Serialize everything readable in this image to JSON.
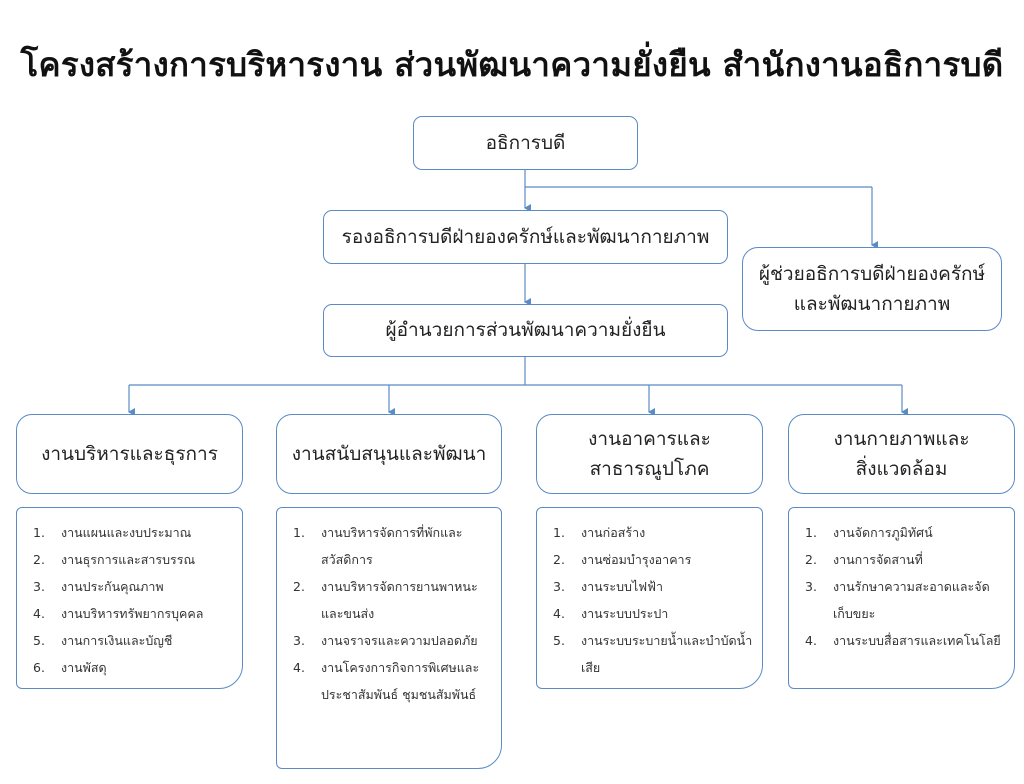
{
  "title": "โครงสร้างการบริหารงาน ส่วนพัฒนาความยั่งยืน สำนักงานอธิการบดี",
  "boxes": {
    "president": "อธิการบดี",
    "vice_president": "รองอธิการบดีฝ่ายองครักษ์และพัฒนากายภาพ",
    "assistant_line1": "ผู้ช่วยอธิการบดีฝ่ายองครักษ์",
    "assistant_line2": "และพัฒนากายภาพ",
    "director": "ผู้อำนวยการส่วนพัฒนาความยั่งยืน"
  },
  "departments": [
    {
      "line1": "งานบริหารและธุรการ",
      "line2": "",
      "items": [
        {
          "num": "1.",
          "text": "งานแผนและงบประมาณ"
        },
        {
          "num": "2.",
          "text": "งานธุรการและสารบรรณ"
        },
        {
          "num": "3.",
          "text": "งานประกันคุณภาพ"
        },
        {
          "num": "4.",
          "text": "งานบริหารทรัพยากรบุคคล"
        },
        {
          "num": "5.",
          "text": "งานการเงินและบัญชี"
        },
        {
          "num": "6.",
          "text": "งานพัสดุ"
        }
      ]
    },
    {
      "line1": "งานสนับสนุนและพัฒนา",
      "line2": "",
      "items": [
        {
          "num": "1.",
          "text": "งานบริหารจัดการที่พักและสวัสดิการ"
        },
        {
          "num": "2.",
          "text": "งานบริหารจัดการยานพาหนะและขนส่ง"
        },
        {
          "num": "3.",
          "text": "งานจราจรและความปลอดภัย"
        },
        {
          "num": "4.",
          "text": "งานโครงการกิจการพิเศษและประชาสัมพันธ์ ชุมชนสัมพันธ์"
        }
      ]
    },
    {
      "line1": "งานอาคารและ",
      "line2": "สาธารณูปโภค",
      "items": [
        {
          "num": "1.",
          "text": "งานก่อสร้าง"
        },
        {
          "num": "2.",
          "text": "งานซ่อมบำรุงอาคาร"
        },
        {
          "num": "3.",
          "text": "งานระบบไฟฟ้า"
        },
        {
          "num": "4.",
          "text": "งานระบบประปา"
        },
        {
          "num": "5.",
          "text": "งานระบบระบายน้ำและบำบัดน้ำเสีย"
        }
      ]
    },
    {
      "line1": "งานกายภาพและ",
      "line2": "สิ่งแวดล้อม",
      "items": [
        {
          "num": "1.",
          "text": "งานจัดการภูมิทัศน์"
        },
        {
          "num": "2.",
          "text": "งานการจัดสานที่"
        },
        {
          "num": "3.",
          "text": "งานรักษาความสะอาดและจัดเก็บขยะ"
        },
        {
          "num": "4.",
          "text": "งานระบบสื่อสารและเทคโนโลยี"
        }
      ]
    }
  ]
}
